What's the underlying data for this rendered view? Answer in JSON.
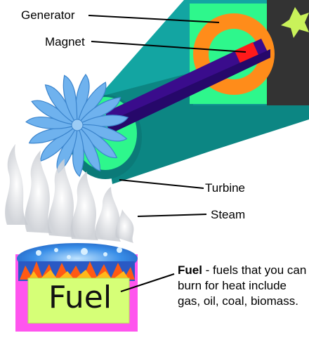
{
  "labels": {
    "generator": "Generator",
    "magnet": "Magnet",
    "turbine": "Turbine",
    "steam": "Steam"
  },
  "fuel_box_text": "Fuel",
  "fuel_description": {
    "term": "Fuel",
    "text": " - fuels that you can burn for heat include gas, oil, coal, biomass."
  },
  "colors": {
    "pipe_side": "#0e8c88",
    "pipe_top": "#13a5a2",
    "pipe_inner": "#2ef78c",
    "generator_ring": "#ff8c1a",
    "magnet_rod": "#3a0c8c",
    "magnet_red": "#ff1a1a",
    "turbine_blade": "#6fb2ee",
    "fuel_pot": "#ff55ee",
    "fuel_box": "#d6ff77",
    "water": "#3a8fe8",
    "flame": "#ff5a14"
  }
}
